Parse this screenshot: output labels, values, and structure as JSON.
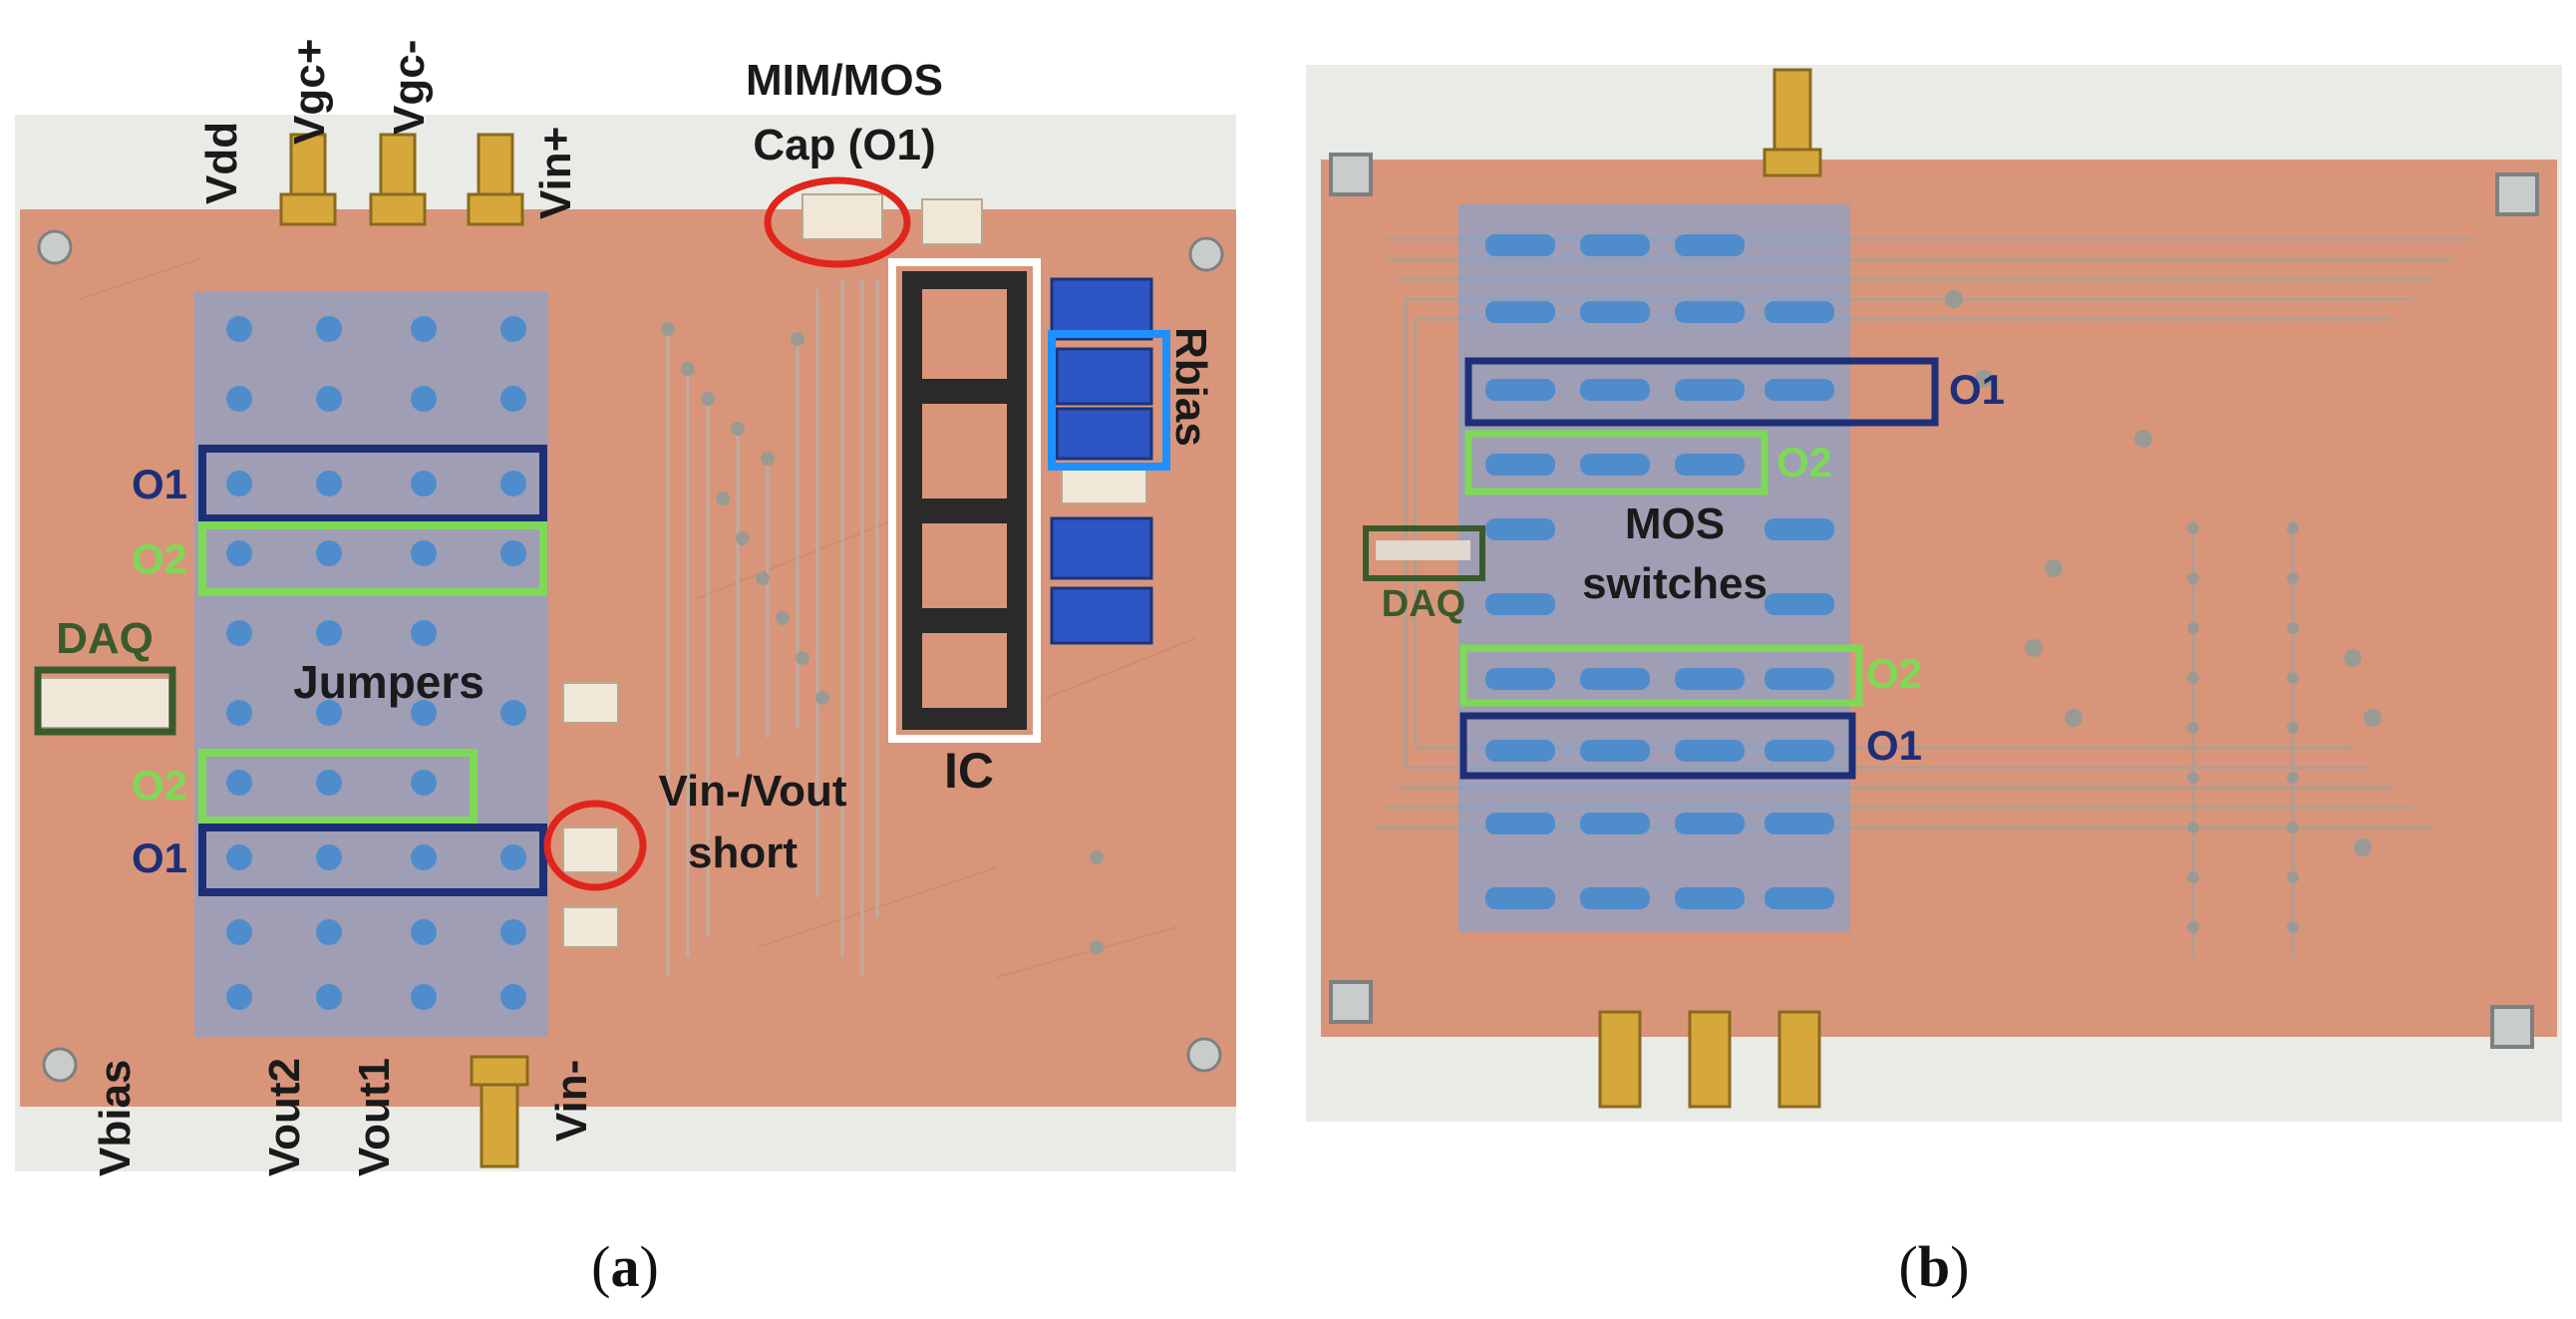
{
  "colors": {
    "copper": "#d9957a",
    "copper_dark": "#c27c62",
    "backing": "#e9ebe6",
    "overlay_blue": "#6fa6e6",
    "o1_navy": "#1e2f78",
    "o2_green": "#7ed957",
    "daq_green": "#3a5a2c",
    "red": "#e0251c",
    "ic_white": "#ffffff",
    "rbias_blue": "#1e90ff",
    "label_dark": "#1a1a1a"
  },
  "panel_a": {
    "caption_open": "(",
    "caption_letter": "a",
    "caption_close": ")",
    "top_labels": [
      "Vdd",
      "Vgc+",
      "Vgc-",
      "Vin+"
    ],
    "bottom_labels": [
      "Vbias",
      "Vout2",
      "Vout1",
      "Vin-"
    ],
    "cap_title": "MIM/MOS",
    "cap_sub": "Cap (O1)",
    "rbias": "Rbias",
    "ic": "IC",
    "jumpers": "Jumpers",
    "daq": "DAQ",
    "short_title": "Vin-/Vout",
    "short_sub": "short",
    "o1_top": "O1",
    "o2_top": "O2",
    "o2_bottom": "O2",
    "o1_bottom": "O1"
  },
  "panel_b": {
    "caption_open": "(",
    "caption_letter": "b",
    "caption_close": ")",
    "mos_line1": "MOS",
    "mos_line2": "switches",
    "daq": "DAQ",
    "o1_top": "O1",
    "o2_top": "O2",
    "o2_bottom": "O2",
    "o1_bottom": "O1"
  }
}
